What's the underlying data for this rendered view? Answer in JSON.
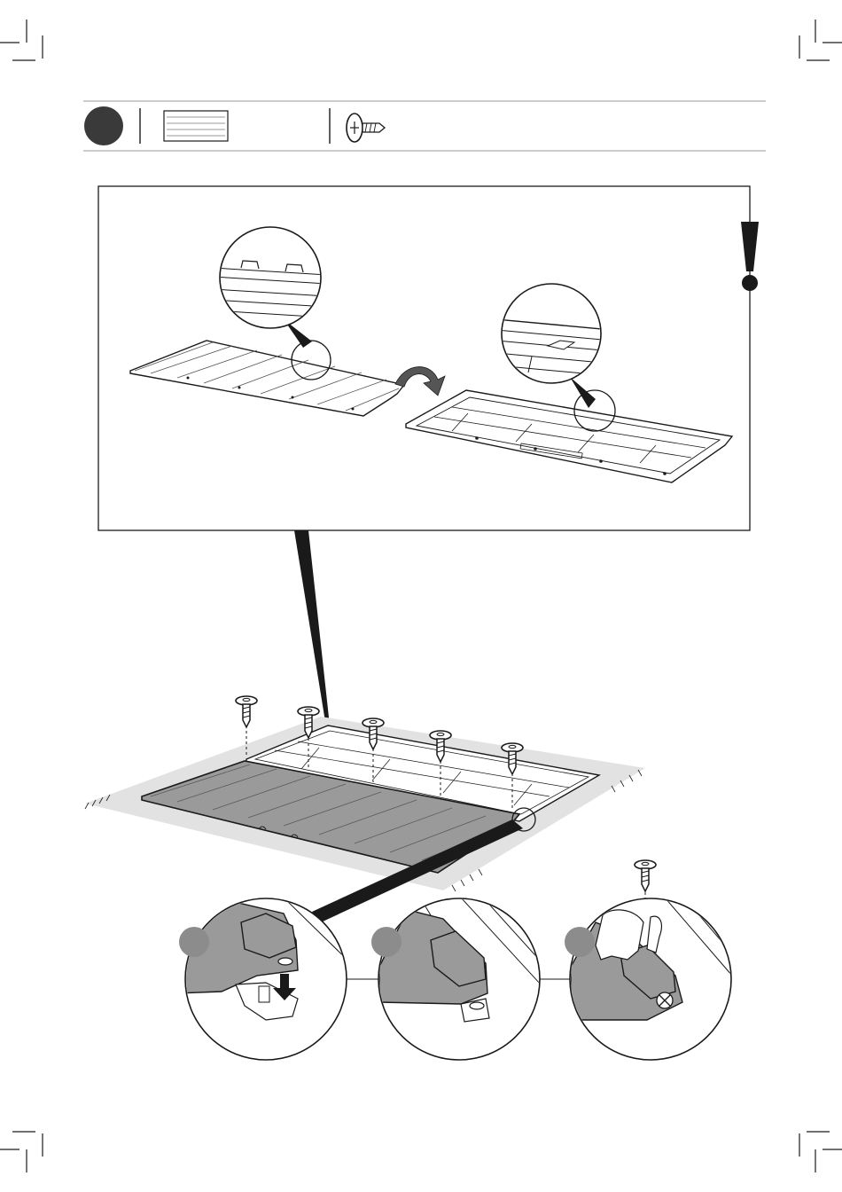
{
  "page": {
    "title": "",
    "colors": {
      "ink": "#1a1a1a",
      "step_badge": "#3a3a3a",
      "floor_shadow": "#e2e2e2",
      "panel_grey": "#9a9a9a",
      "callout_badge": "#8c8c8c"
    }
  },
  "header": {
    "step_badge_icon": "step-number-circle",
    "part_icon": "wall-panel-part-icon",
    "screw_icon": "screw-icon"
  },
  "warning": {
    "icon": "exclamation-icon"
  },
  "detail_box": {
    "panels": [
      "panel-outer-side",
      "panel-inner-side"
    ],
    "magnifiers": [
      "magnifier-outer-tabs",
      "magnifier-inner-rib"
    ],
    "flip_arrow_icon": "curved-arrow-icon"
  },
  "assembly": {
    "screw_count": 5
  },
  "callouts": {
    "steps": [
      {
        "icon": "insert-tab-down-arrow-icon"
      },
      {
        "icon": "tab-seated-icon"
      },
      {
        "icon": "hand-screw-fix-icon"
      }
    ]
  }
}
